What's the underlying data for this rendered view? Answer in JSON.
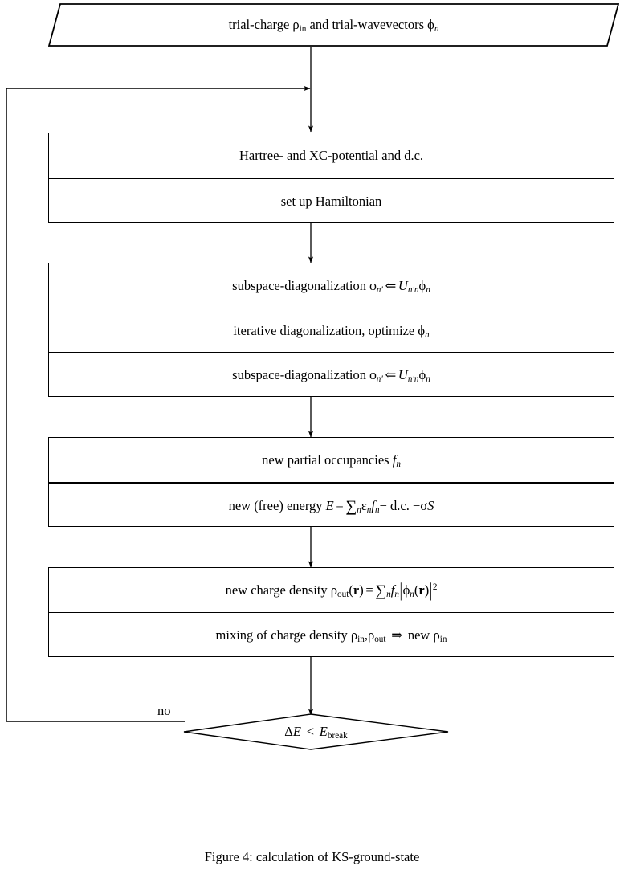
{
  "figure": {
    "caption": "Figure 4: calculation of KS-ground-state",
    "background_color": "#ffffff",
    "line_color": "#000000"
  },
  "nodes": {
    "input": {
      "shape": "parallelogram",
      "label_plain": "trial-charge ρin and trial-wavevectors φn",
      "segments": [
        {
          "t": "trial-charge ",
          "k": "text"
        },
        {
          "t": "ρ",
          "k": "upright"
        },
        {
          "t": "in",
          "k": "sub"
        },
        {
          "t": " and trial-wavevectors ",
          "k": "text"
        },
        {
          "t": "φ",
          "k": "upright"
        },
        {
          "t": "n",
          "k": "sub-italic"
        }
      ]
    },
    "potential_group": {
      "rows": [
        {
          "label_plain": "Hartree- and XC-potential and d.c."
        },
        {
          "label_plain": "set up Hamiltonian"
        }
      ]
    },
    "diagonalization_group": {
      "rows": [
        {
          "label_plain": "subspace-diagonalization φn′ ⇐ Un′nφn"
        },
        {
          "label_plain": "iterative diagonalization, optimize φn"
        },
        {
          "label_plain": "subspace-diagonalization φn′ ⇐ Un′nφn"
        }
      ]
    },
    "occupancy_group": {
      "rows": [
        {
          "label_plain": "new partial occupancies fn"
        },
        {
          "label_plain": "new (free) energy E = ∑n εn fn − d.c. −σS"
        }
      ]
    },
    "density_group": {
      "rows": [
        {
          "label_plain": "new charge density ρout(r) = ∑n fn|φn(r)|²"
        },
        {
          "label_plain": "mixing of charge density ρin, ρout ⇒ new ρin"
        }
      ]
    },
    "decision": {
      "shape": "diamond",
      "label_plain": "ΔE < Ebreak",
      "branch_no_label": "no"
    }
  },
  "connectors": [
    {
      "from": "input",
      "to": "potential_group",
      "kind": "arrow-down"
    },
    {
      "from": "potential_group",
      "to": "diagonalization_group",
      "kind": "arrow-down"
    },
    {
      "from": "diagonalization_group",
      "to": "occupancy_group",
      "kind": "arrow-down"
    },
    {
      "from": "occupancy_group",
      "to": "density_group",
      "kind": "arrow-down"
    },
    {
      "from": "density_group",
      "to": "decision",
      "kind": "arrow-down"
    },
    {
      "from": "decision",
      "to": "potential_group",
      "kind": "feedback-loop-left",
      "label": "no"
    }
  ]
}
